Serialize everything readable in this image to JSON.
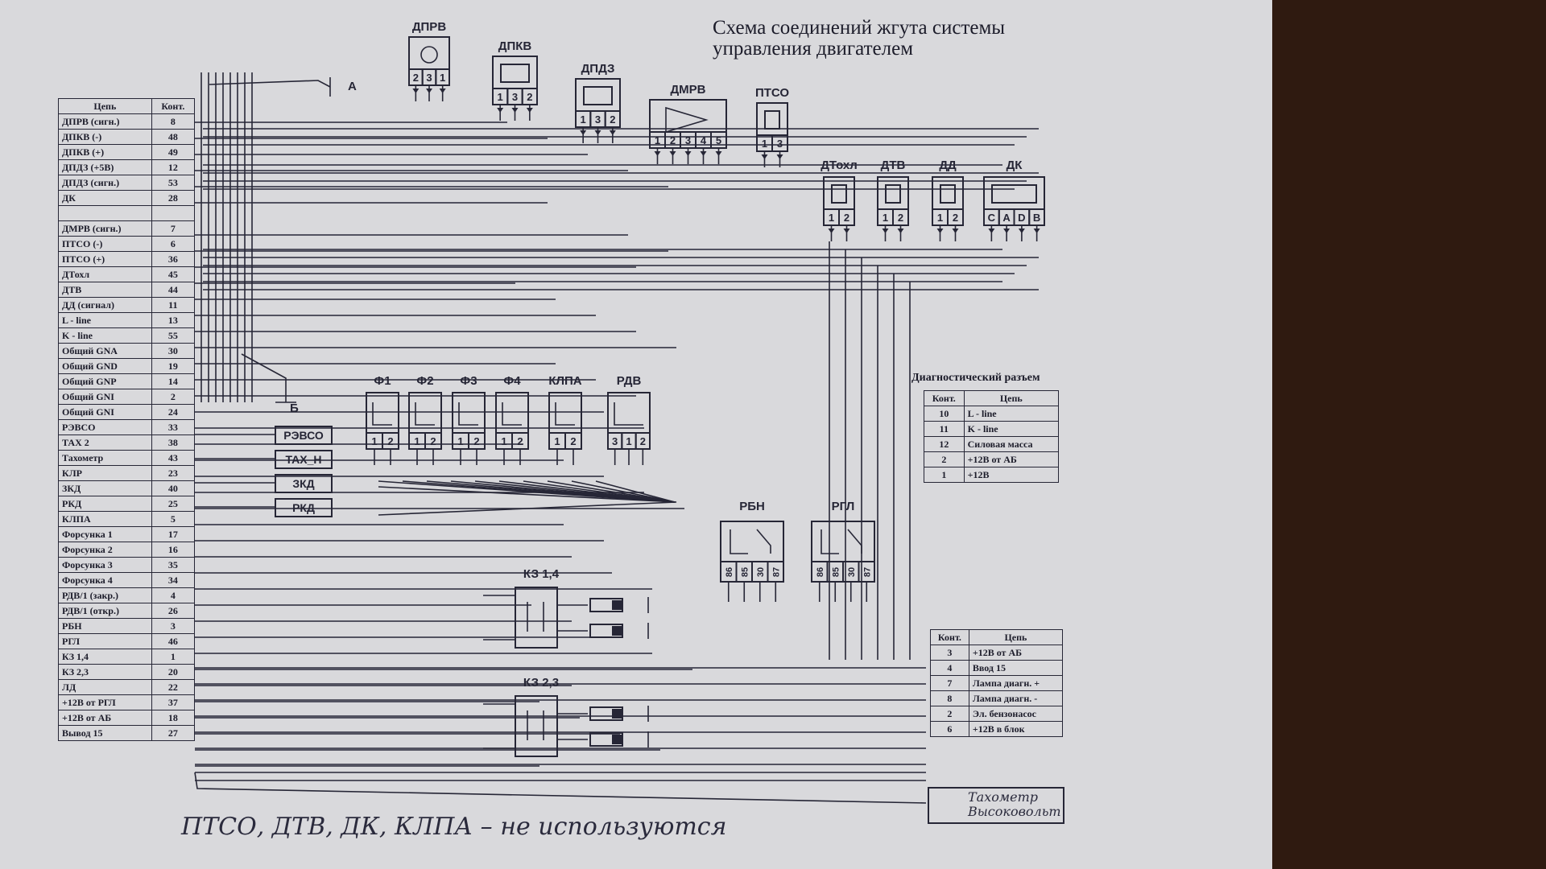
{
  "title": "Схема соединений жгута системы\nуправления двигателем",
  "ground_labels": {
    "a": "A",
    "b": "Б"
  },
  "sensors": [
    {
      "name": "ДПРВ",
      "pins": [
        "2",
        "3",
        "1"
      ]
    },
    {
      "name": "ДПКВ",
      "pins": [
        "1",
        "3",
        "2"
      ]
    },
    {
      "name": "ДПДЗ",
      "pins": [
        "1",
        "3",
        "2"
      ]
    },
    {
      "name": "ДМРВ",
      "pins": [
        "1",
        "2",
        "3",
        "4",
        "5"
      ]
    },
    {
      "name": "ПТСО",
      "pins": [
        "1",
        "3"
      ]
    },
    {
      "name": "ДТохл",
      "pins": [
        "1",
        "2"
      ]
    },
    {
      "name": "ДТВ",
      "pins": [
        "1",
        "2"
      ]
    },
    {
      "name": "ДД",
      "pins": [
        "1",
        "2"
      ]
    },
    {
      "name": "ДК",
      "pins": [
        "C",
        "A",
        "D",
        "B"
      ]
    }
  ],
  "actuators": [
    {
      "name": "Ф1",
      "pins": [
        "1",
        "2"
      ]
    },
    {
      "name": "Ф2",
      "pins": [
        "1",
        "2"
      ]
    },
    {
      "name": "Ф3",
      "pins": [
        "1",
        "2"
      ]
    },
    {
      "name": "Ф4",
      "pins": [
        "1",
        "2"
      ]
    },
    {
      "name": "КЛПА",
      "pins": [
        "1",
        "2"
      ]
    },
    {
      "name": "РДВ",
      "pins": [
        "3",
        "1",
        "2"
      ]
    }
  ],
  "relays": [
    {
      "name": "РБН",
      "pins": [
        "86",
        "85",
        "30",
        "87"
      ]
    },
    {
      "name": "РГЛ",
      "pins": [
        "86",
        "85",
        "30",
        "87"
      ]
    }
  ],
  "coils": [
    "КЗ 1,4",
    "КЗ 2,3"
  ],
  "side_tags": [
    "РЭВСО",
    "ТАХ_Н",
    "ЗКД",
    "РКД"
  ],
  "main_table": {
    "headers": [
      "Цепь",
      "Конт."
    ],
    "rows": [
      [
        "ДПРВ (сигн.)",
        "8"
      ],
      [
        "ДПКВ (-)",
        "48"
      ],
      [
        "ДПКВ (+)",
        "49"
      ],
      [
        "ДПДЗ (+5В)",
        "12"
      ],
      [
        "ДПДЗ (сигн.)",
        "53"
      ],
      [
        "ДК",
        "28"
      ],
      [
        "",
        ""
      ],
      [
        "ДМРВ (сигн.)",
        "7"
      ],
      [
        "ПТСО (-)",
        "6"
      ],
      [
        "ПТСО (+)",
        "36"
      ],
      [
        "ДТохл",
        "45"
      ],
      [
        "ДТВ",
        "44"
      ],
      [
        "ДД (сигнал)",
        "11"
      ],
      [
        "L - line",
        "13"
      ],
      [
        "K - line",
        "55"
      ],
      [
        "Общий GNA",
        "30"
      ],
      [
        "Общий GND",
        "19"
      ],
      [
        "Общий GNP",
        "14"
      ],
      [
        "Общий GNI",
        "2"
      ],
      [
        "Общий GNI",
        "24"
      ],
      [
        "РЭВСО",
        "33"
      ],
      [
        "ТАХ 2",
        "38"
      ],
      [
        "Тахометр",
        "43"
      ],
      [
        "КЛР",
        "23"
      ],
      [
        "ЗКД",
        "40"
      ],
      [
        "РКД",
        "25"
      ],
      [
        "КЛПА",
        "5"
      ],
      [
        "Форсунка 1",
        "17"
      ],
      [
        "Форсунка 2",
        "16"
      ],
      [
        "Форсунка 3",
        "35"
      ],
      [
        "Форсунка 4",
        "34"
      ],
      [
        "РДВ/1 (закр.)",
        "4"
      ],
      [
        "РДВ/1 (откр.)",
        "26"
      ],
      [
        "РБН",
        "3"
      ],
      [
        "РГЛ",
        "46"
      ],
      [
        "КЗ 1,4",
        "1"
      ],
      [
        "КЗ 2,3",
        "20"
      ],
      [
        "ЛД",
        "22"
      ],
      [
        "+12В от РГЛ",
        "37"
      ],
      [
        "+12В от АБ",
        "18"
      ],
      [
        "Вывод 15",
        "27"
      ]
    ]
  },
  "diag_caption": "Диагностический разъем",
  "diag_table": {
    "headers": [
      "Конт.",
      "Цепь"
    ],
    "rows": [
      [
        "10",
        "L - line"
      ],
      [
        "11",
        "K - line"
      ],
      [
        "12",
        "Силовая масса"
      ],
      [
        "2",
        "+12В от АБ"
      ],
      [
        "1",
        "+12В"
      ]
    ]
  },
  "power_table": {
    "headers": [
      "Конт.",
      "Цепь"
    ],
    "rows": [
      [
        "3",
        "+12В от АБ"
      ],
      [
        "4",
        "Ввод 15"
      ],
      [
        "7",
        "Лампа диагн. +"
      ],
      [
        "8",
        "Лампа диагн. -"
      ],
      [
        "2",
        "Эл. бензонасос"
      ],
      [
        "6",
        "+12В в блок"
      ]
    ]
  },
  "tachometer_box": "Тахометр\nВысоковольт",
  "handwritten_note": "ПТСО, ДТВ, ДК, КЛПА – не используются",
  "colors": {
    "paper": "#d9d9dc",
    "ink": "#262636",
    "background": "#2f1a10"
  }
}
